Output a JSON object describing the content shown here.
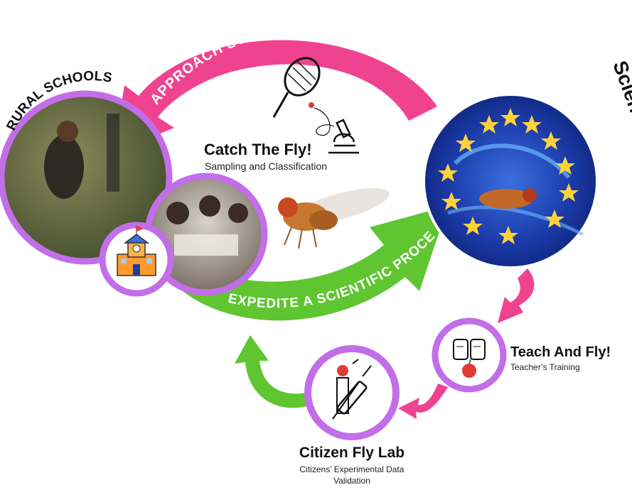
{
  "labels": {
    "rural_schools": "RURAL SCHOOLS",
    "scientists": "Scientists",
    "approach": "APPROACH SCIENCE TO SOCIETY",
    "expedite": "EXPEDITE A SCIENTIFIC PROCESS"
  },
  "nodes": {
    "catch": {
      "title": "Catch The Fly!",
      "subtitle": "Sampling and Classification"
    },
    "teach": {
      "title": "Teach And Fly!",
      "subtitle": "Teacher’s Training"
    },
    "lab": {
      "title": "Citizen Fly Lab",
      "subtitle_line1": "Citizens’ Experimental Data",
      "subtitle_line2": "Validation"
    }
  },
  "colors": {
    "pink": "#f0438f",
    "green": "#5fc531",
    "purple_ring": "#c26ee8",
    "eu_blue": "#1f3fbf",
    "star": "#ffd23a"
  },
  "icons": [
    "insect-net-icon",
    "microscope-icon",
    "fly-icon",
    "school-building-icon",
    "teacher-apple-icon",
    "scientist-syringe-icon"
  ]
}
